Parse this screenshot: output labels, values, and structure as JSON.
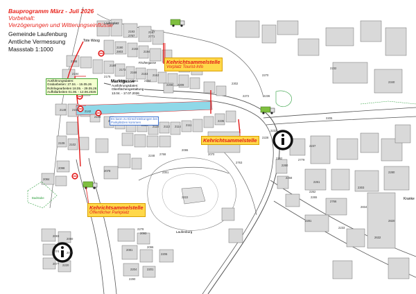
{
  "header": {
    "title": "Bauprogramm März - Juli 2026",
    "reservation_label": "Vorbehalt:",
    "reservation_text": "Verzögerungen und Witterungseinflüsse",
    "municipality": "Gemeinde Laufenburg",
    "survey": "Amtliche Vermessung",
    "scale": "Massstab 1:1000"
  },
  "collection_points": [
    {
      "title": "Kehrichtsammelstelle",
      "subtitle": "Vorplatz Tourist-Info"
    },
    {
      "title": "Kehrichtsammelstelle",
      "subtitle": ""
    },
    {
      "title": "Kehrichtsammelstelle",
      "subtitle": "Öffentlicher Parkplatz"
    }
  ],
  "market": {
    "name": "Marktgasse",
    "lines": [
      "Ausführungsdaten:",
      "Oberflächengestaltung",
      "13.04. - 17.07.2026"
    ]
  },
  "execution_box": {
    "lines": [
      "Ausführungsdaten:",
      "Grabarbeiten: 27.04. - 15.05.26",
      "Rohrlegearbeiten 18.05. - 29.05.26",
      "Auffüllarbeiten 01.06. - 12.06.2026"
    ]
  },
  "hint_box": {
    "lines": [
      "Es kann zu Einschränkungen bei",
      "Parkplätzen kommen"
    ]
  },
  "street_labels": {
    "tote_woog": "Tote Woog",
    "laufenplatz": "Laufenplatz",
    "fischergasse": "Fischergasse",
    "laufenburg": "Laufenburg",
    "kranken": "Kranke",
    "badstube": "Badstube"
  },
  "parcels": [
    "2193",
    "2187",
    "2190",
    "2192",
    "2194",
    "2189",
    "2203",
    "2173",
    "2168",
    "2163",
    "2162",
    "2188",
    "2184",
    "2175",
    "2166",
    "2161",
    "2154",
    "2186",
    "2200",
    "2208",
    "2209",
    "2302",
    "2307",
    "2336",
    "2149",
    "2152",
    "2142",
    "2140",
    "2136",
    "2131",
    "2127",
    "2126",
    "2118",
    "2113",
    "2114",
    "2111",
    "2109",
    "2102",
    "2098",
    "2084",
    "2086",
    "2070",
    "2235",
    "2234",
    "2228",
    "2236",
    "2237",
    "2779",
    "2260",
    "2258",
    "2261",
    "2262",
    "2265",
    "2766",
    "2763",
    "2768",
    "2248",
    "2232",
    "2233",
    "2820",
    "2290",
    "2278",
    "2301",
    "2222",
    "2220",
    "2083",
    "2080",
    "2074",
    "2076",
    "2077",
    "2078",
    "2081",
    "2096",
    "2093",
    "2206",
    "2204",
    "2201",
    "2205",
    "2232",
    "2340",
    "2272",
    "2270",
    "2280",
    "2282",
    "2281",
    "2303",
    "2834",
    "2632",
    "2767",
    "2771",
    "2803"
  ],
  "colors": {
    "label_bg": "#ffd84a",
    "label_text": "#e21a1a",
    "construction_zone": "#8fd8e8",
    "construction_line": "#e21a1a",
    "building": "#d9d9d9",
    "water_area": "#2a9d3a"
  },
  "icons": [
    "truck-icon",
    "info-icon",
    "no-entry-icon"
  ]
}
